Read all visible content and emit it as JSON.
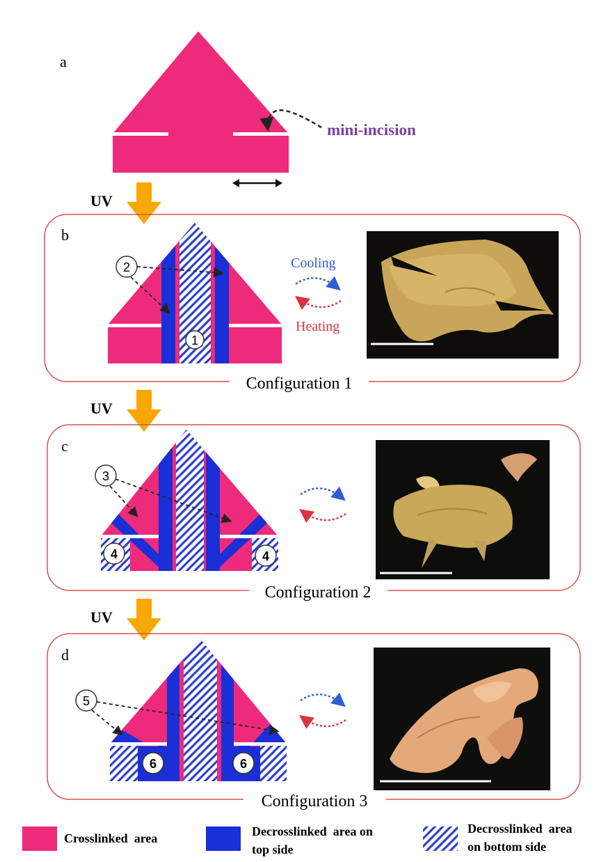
{
  "panels": {
    "a": {
      "letter": "a",
      "annotation": "mini-incision"
    },
    "b": {
      "letter": "b",
      "marker_1": "1",
      "marker_2": "2",
      "cooling_label": "Cooling",
      "heating_label": "Heating",
      "config_label": "Configuration 1"
    },
    "c": {
      "letter": "c",
      "marker_3": "3",
      "marker_4_left": "4",
      "marker_4_right": "4",
      "config_label": "Configuration 2"
    },
    "d": {
      "letter": "d",
      "marker_5": "5",
      "marker_6_left": "6",
      "marker_6_right": "6",
      "config_label": "Configuration 3"
    }
  },
  "arrows": {
    "uv_1": "UV",
    "uv_2": "UV",
    "uv_3": "UV"
  },
  "legend": {
    "crosslinked": "Crosslinked  area",
    "top_line1": "Decrosslinked  area on",
    "top_line2": "top side",
    "bottom_line1": "Decrosslinked  area",
    "bottom_line2": "on bottom side"
  },
  "colors": {
    "crosslinked": "#ee2a7b",
    "decrosslinked_top": "#1a2fd6",
    "hatch": "#2d3fd0",
    "panel_border": "#d9534f",
    "uv_arrow": "#f7a800",
    "cooling": "#2e5fd0",
    "heating": "#d9343f",
    "annotation": "#7a3fa0"
  }
}
